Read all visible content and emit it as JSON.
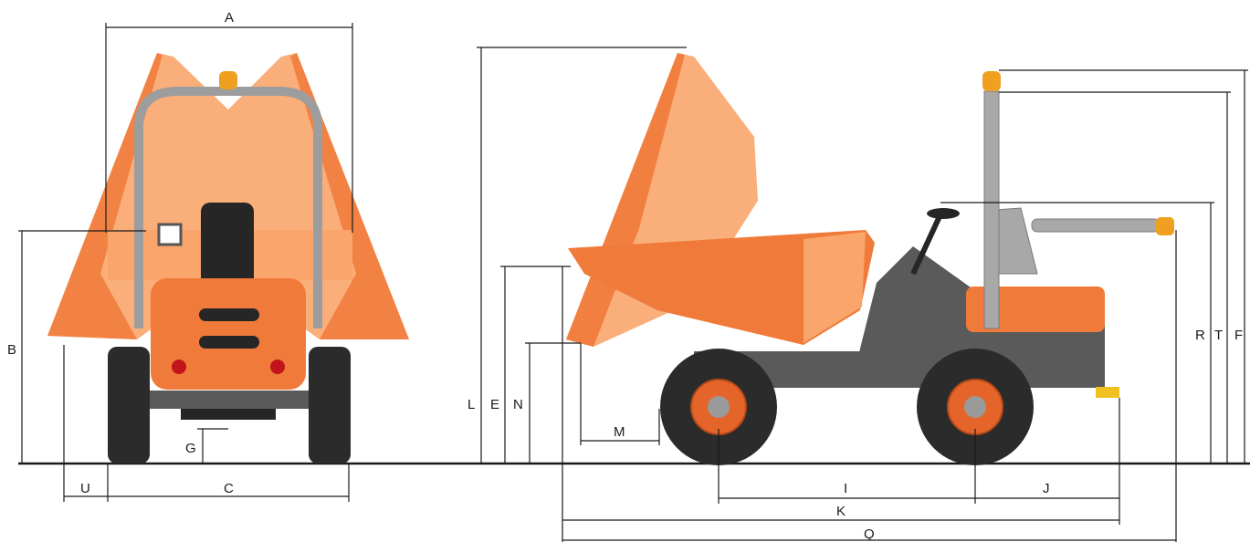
{
  "colors": {
    "machine_orange": "#f07a3a",
    "machine_dark_orange": "#d25b1f",
    "machine_light_orange": "#f9a56c",
    "tire": "#2b2b2b",
    "frame_grey": "#5a5a5a",
    "lines": "#1a1a1a"
  },
  "front_view": {
    "labels": {
      "A": "A",
      "B": "B",
      "C": "C",
      "G": "G",
      "U": "U"
    }
  },
  "side_view": {
    "labels": {
      "L": "L",
      "E": "E",
      "N": "N",
      "M": "M",
      "I": "I",
      "J": "J",
      "K": "K",
      "Q": "Q",
      "R": "R",
      "T": "T",
      "F": "F"
    }
  }
}
